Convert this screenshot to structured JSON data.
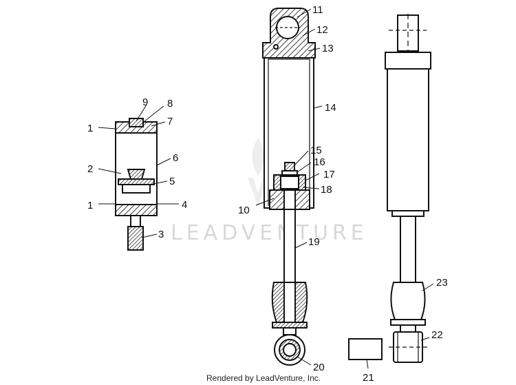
{
  "watermark": {
    "brand": "LEADVENTURE"
  },
  "credit": "Rendered by LeadVenture, Inc.",
  "callouts": [
    "1",
    "2",
    "3",
    "4",
    "5",
    "6",
    "7",
    "8",
    "9",
    "10",
    "11",
    "12",
    "13",
    "14",
    "15",
    "16",
    "17",
    "18",
    "19",
    "20",
    "21",
    "22",
    "23"
  ],
  "left_callouts": {
    "c9": "9",
    "c8": "8",
    "c1a": "1",
    "c7": "7",
    "c2": "2",
    "c6": "6",
    "c5": "5",
    "c1b": "1",
    "c4": "4",
    "c3": "3"
  },
  "mid_callouts": {
    "c11": "11",
    "c12": "12",
    "c13": "13",
    "c14": "14",
    "c15": "15",
    "c16": "16",
    "c17": "17",
    "c18": "18",
    "c10": "10",
    "c19": "19",
    "c20": "20"
  },
  "right_callouts": {
    "c23": "23",
    "c22": "22",
    "c21": "21"
  }
}
